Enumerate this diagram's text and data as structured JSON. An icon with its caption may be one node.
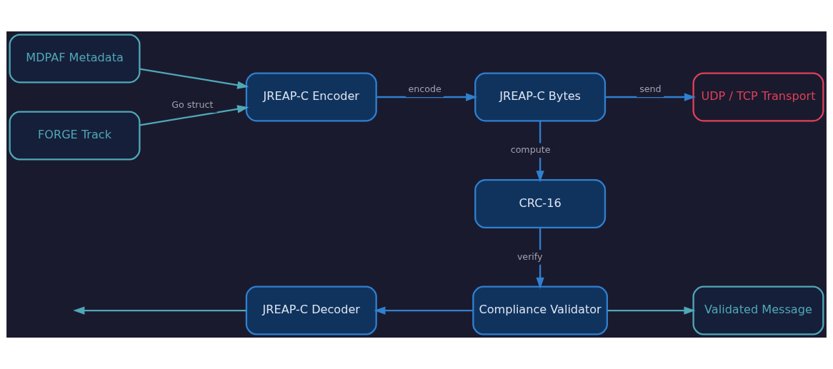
{
  "diagram": {
    "nodes": [
      {
        "text": [
          "FORGE Track"
        ]
      },
      {
        "text": [
          "MDPAF Metadata"
        ]
      },
      {
        "text": [
          "JREAP-C Encoder"
        ]
      },
      {
        "text": [
          "JREAP-C Bytes"
        ]
      },
      {
        "text": [
          "UDP / TCP Transport"
        ]
      },
      {
        "text": [
          "CRC-16"
        ]
      },
      {
        "text": [
          "JREAP-C Decoder"
        ]
      },
      {
        "text": [
          "Compliance Validator"
        ]
      },
      {
        "text": [
          "Validated Message"
        ]
      }
    ],
    "edges": [
      {
        "from": 0,
        "to": 2,
        "arrow": "to",
        "label": "Go struct",
        "color": "#4fa8b8"
      },
      {
        "from": 1,
        "to": 2,
        "arrow": "to",
        "color": "#4fa8b8"
      },
      {
        "from": 2,
        "to": 3,
        "arrow": "to",
        "label": "encode"
      },
      {
        "from": 3,
        "to": 4,
        "arrow": "to",
        "label": "send"
      },
      {
        "from": 3,
        "to": 5,
        "arrow": "to",
        "label": "compute"
      },
      {
        "from": 5,
        "to": 7,
        "arrow": "to",
        "label": "verify"
      },
      {
        "from": 7,
        "to": 6,
        "arrow": "to"
      },
      {
        "from": 6,
        "to": null,
        "arrow": "to",
        "color": "#4fa8b8"
      },
      {
        "from": 7,
        "to": 8,
        "arrow": "to",
        "color": "#4fa8b8"
      }
    ]
  }
}
